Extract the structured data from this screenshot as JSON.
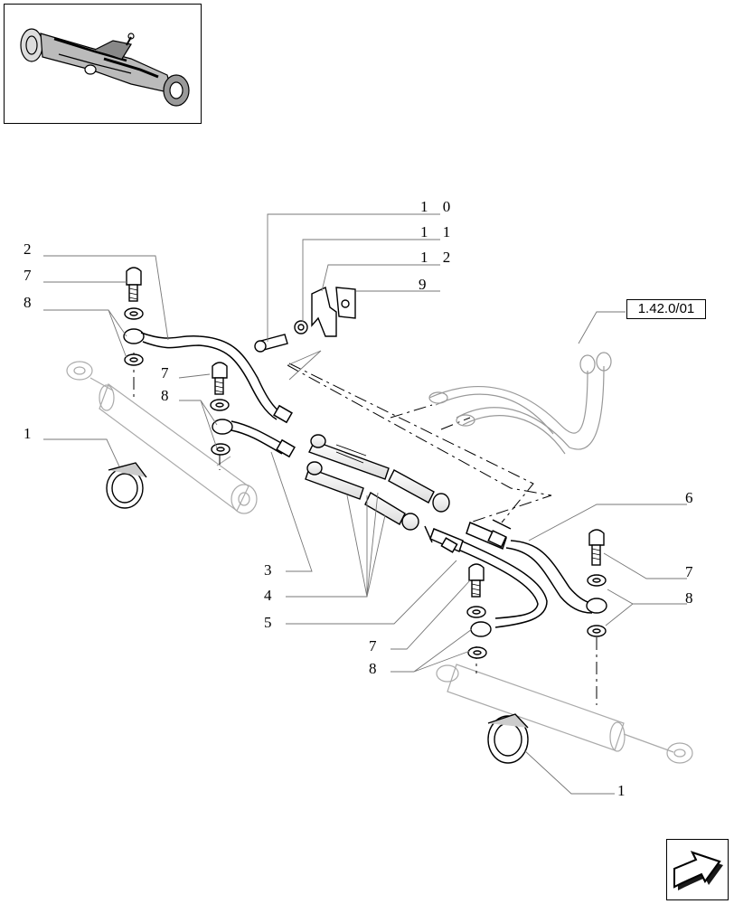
{
  "reference": {
    "label": "1.42.0/01"
  },
  "callouts": {
    "c10": "1 0",
    "c11": "1 1",
    "c12": "1 2",
    "c2": "2",
    "c7a": "7",
    "c8a": "8",
    "c9": "9",
    "c7b": "7",
    "c8b": "8",
    "c1a": "1",
    "c6": "6",
    "c3": "3",
    "c4": "4",
    "c7c": "7",
    "c5": "5",
    "c8c": "8",
    "c7d": "7",
    "c8d": "8",
    "c1b": "1"
  },
  "icons": {
    "thumbnail": "axle-assembly-thumbnail",
    "navigation": "next-page-arrow-icon"
  }
}
